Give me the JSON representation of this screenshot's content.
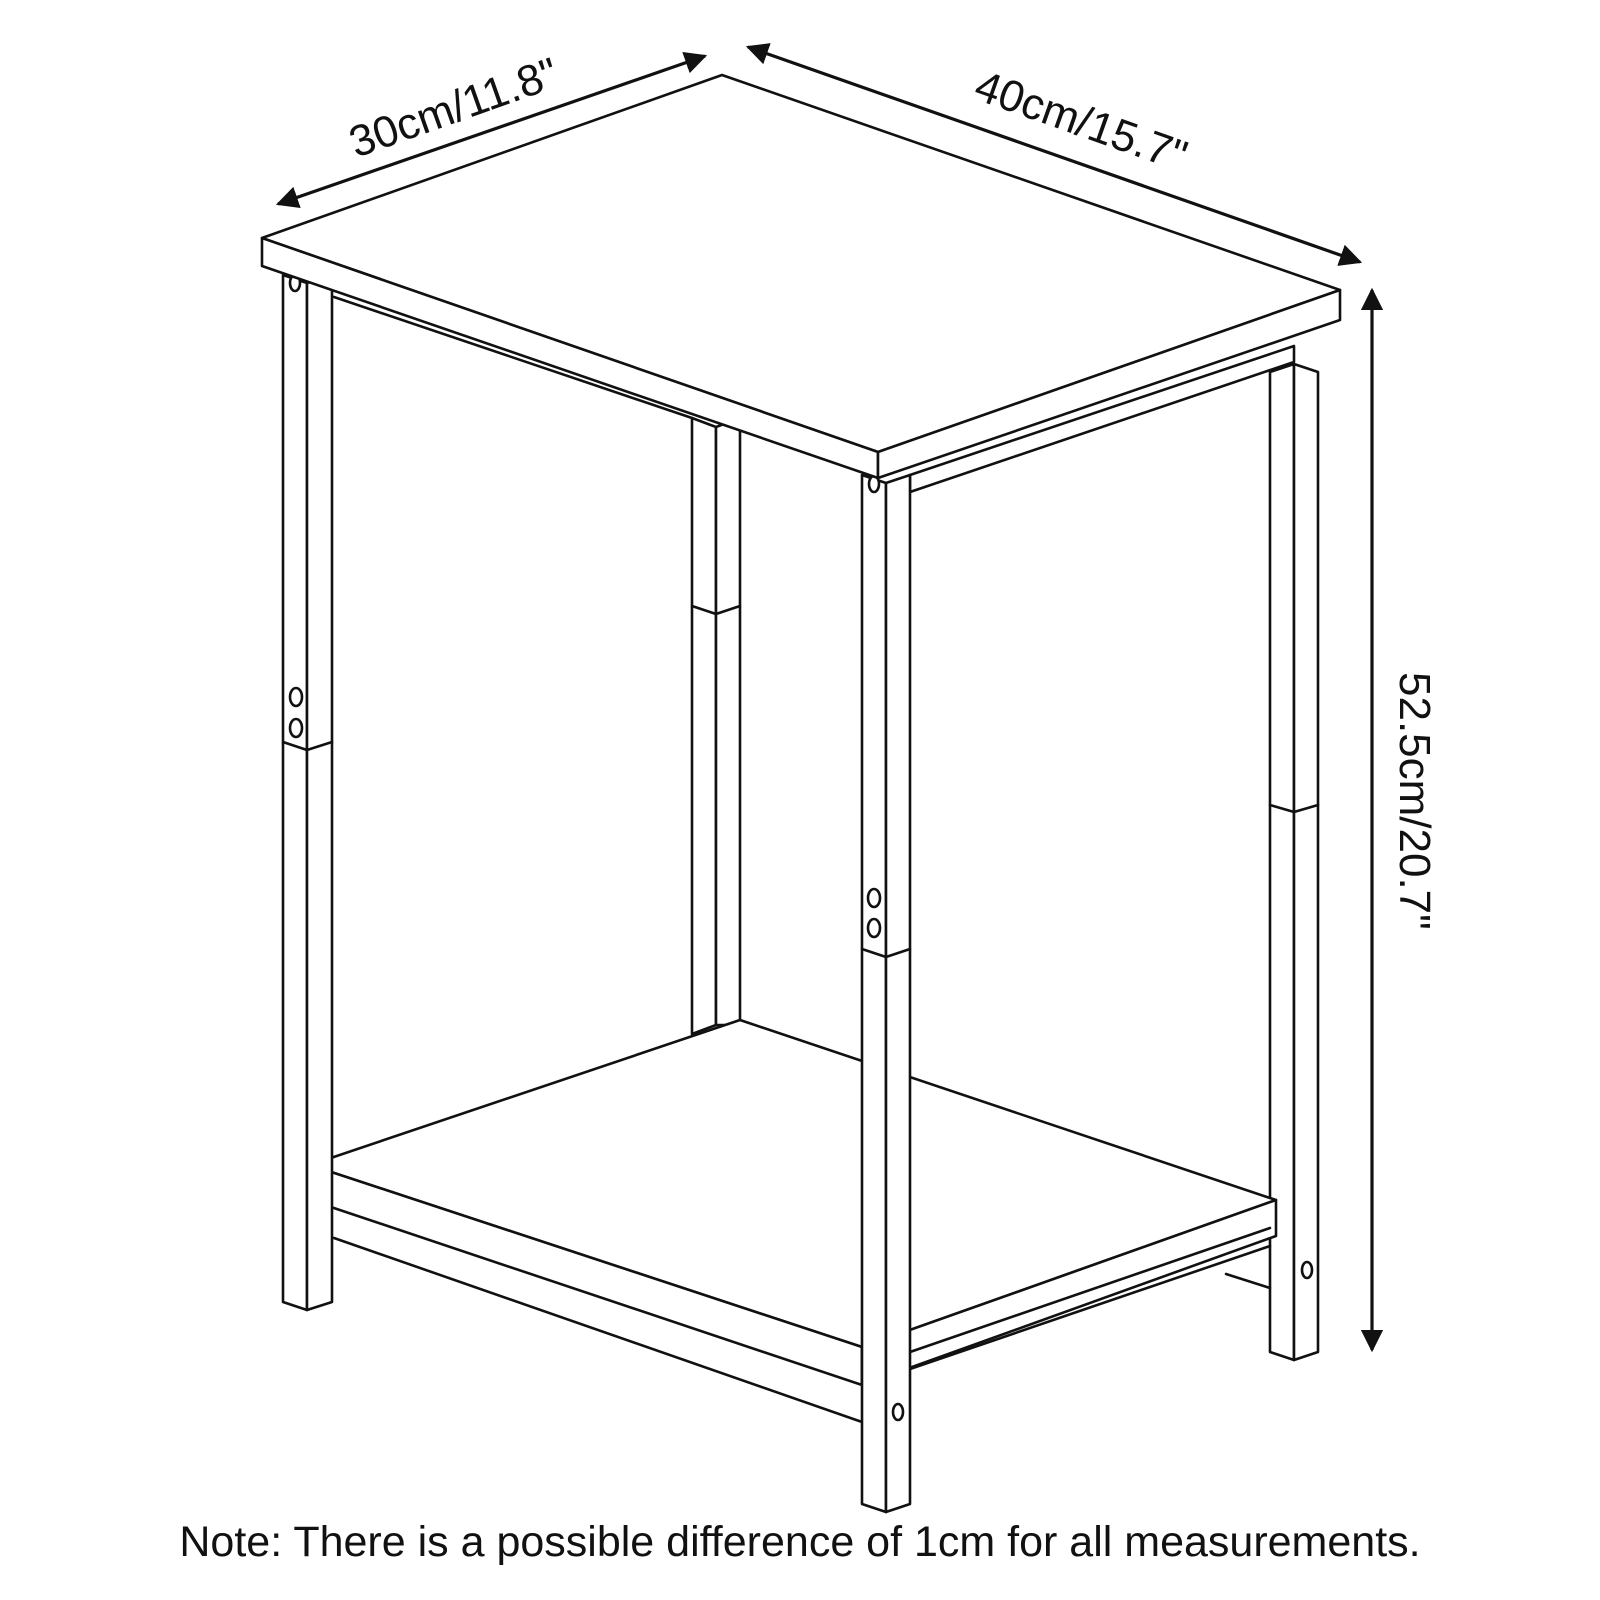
{
  "dimensions": {
    "depth": "30cm/11.8\"",
    "width": "40cm/15.7\"",
    "height": "52.5cm/20.7\""
  },
  "note": "Note: There is a possible difference of 1cm for all measurements.",
  "colors": {
    "line": "#111111",
    "background": "#ffffff"
  }
}
